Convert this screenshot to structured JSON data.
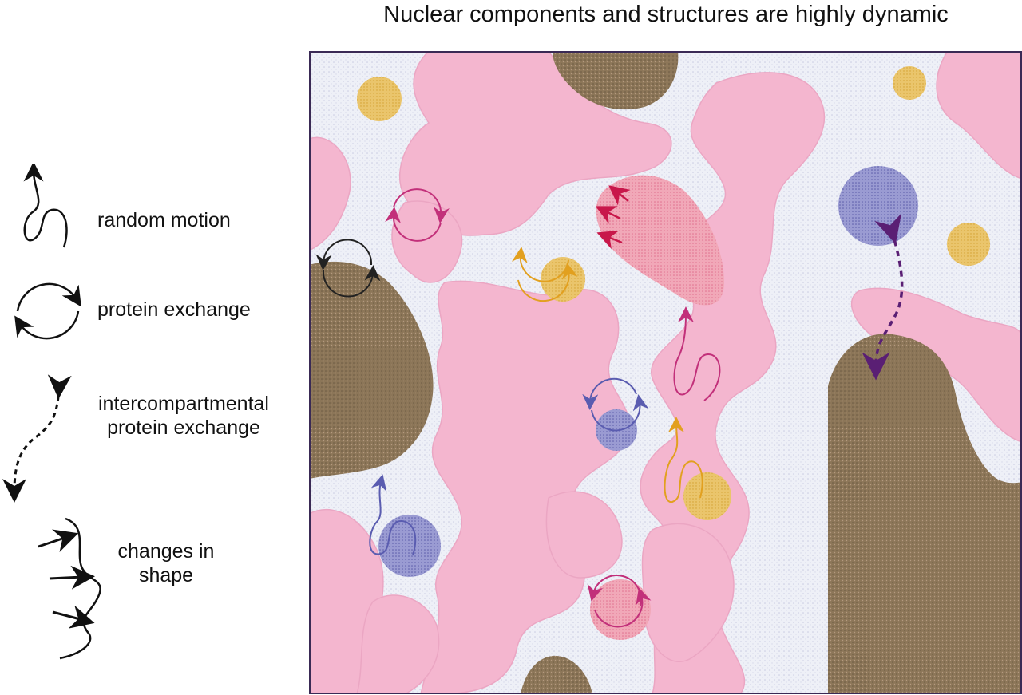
{
  "title": "Nuclear components and structures are highly dynamic",
  "legend": {
    "random_motion": "random motion",
    "protein_exchange": "protein exchange",
    "intercompartmental_line1": "intercompartmental",
    "intercompartmental_line2": "protein exchange",
    "changes_line1": "changes in",
    "changes_line2": "shape"
  },
  "colors": {
    "chromatin": "#f4b6cf",
    "chromatin_line": "#e79bba",
    "nucleoplasm": "#edeef7",
    "heterochromatin": "#8a7558",
    "speckle_yellow": "#e9bf5c",
    "body_blue": "#8e8fce",
    "body_red": "#ee9aae",
    "arrow_magenta": "#c2307a",
    "arrow_orange": "#e2a01f",
    "arrow_blue": "#5a5cb0",
    "arrow_purple": "#5a1f74",
    "arrow_black": "#222222",
    "frame": "#3a2a55"
  }
}
